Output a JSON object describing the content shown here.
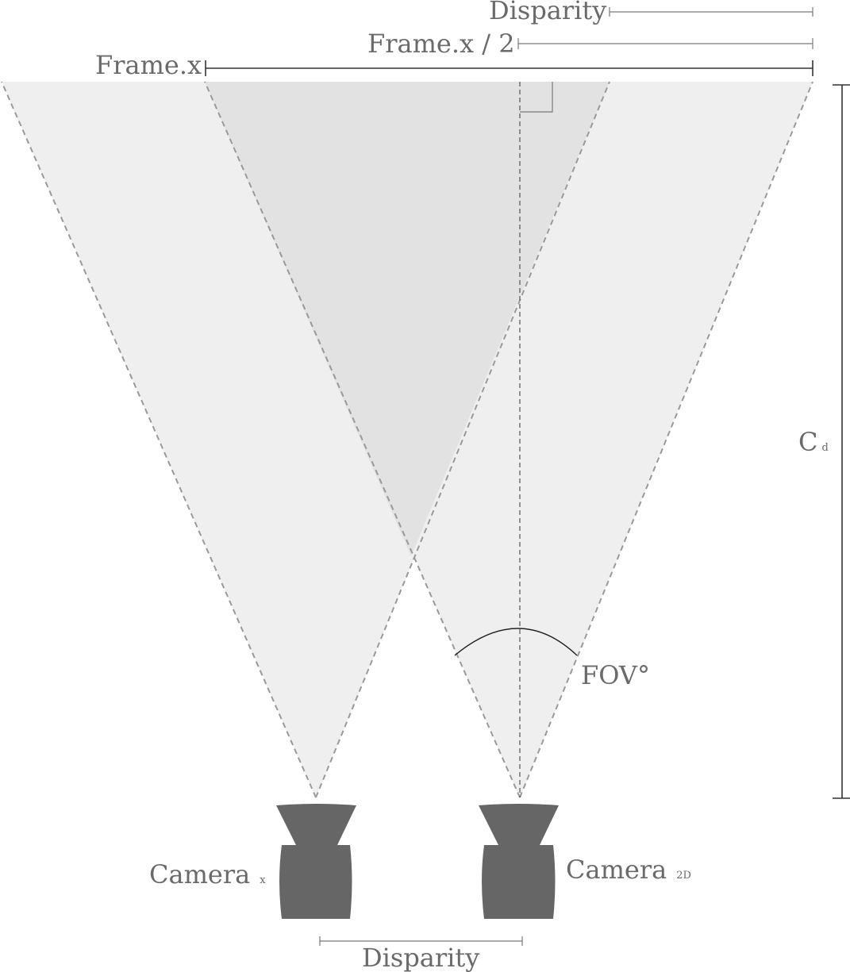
{
  "labels": {
    "disparity_top": "Disparity",
    "frame_half": "Frame.x / 2",
    "frame_x": "Frame.x",
    "cd_main": "C",
    "cd_sub": "d",
    "fov": "FOV°",
    "camera_left_main": "Camera",
    "camera_left_sub": "x",
    "camera_right_main": "Camera",
    "camera_right_sub": "2D",
    "disparity_bottom": "Disparity"
  },
  "colors": {
    "frustum_fill": "#efefef",
    "overlap_fill": "#e2e2e2",
    "camera_body": "#666666",
    "label_text": "#6a6a6a"
  }
}
